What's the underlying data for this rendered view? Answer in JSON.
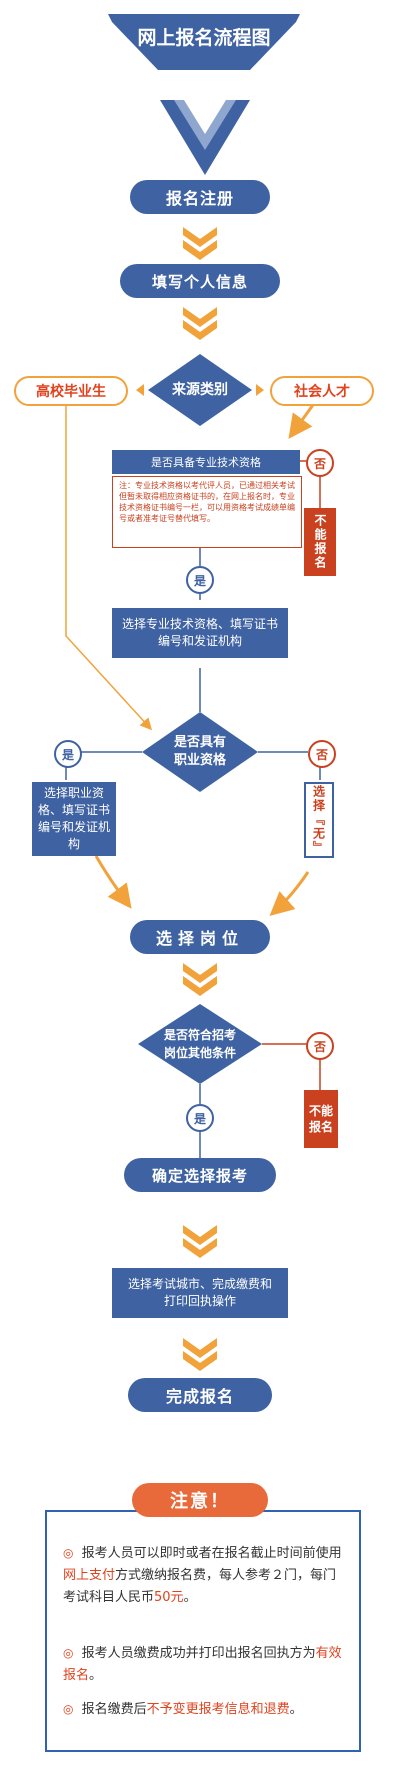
{
  "title": "网上报名流程图",
  "steps": {
    "register": "报名注册",
    "fill_info": "填写个人信息",
    "source_type": "来源类别",
    "graduate": "高校毕业生",
    "social": "社会人才",
    "has_tech_qual": "是否具备专业技术资格",
    "tech_note": "注：专业技术资格以考代评人员，已通过相关考试但暂未取得相应资格证书的，在网上报名时，专业技术资格证书编号一栏，可以用资格考试成绩单编号或者准考证号替代填写。",
    "choose_tech": "选择专业技术资格、填写证书编号和发证机构",
    "has_job_qual_line1": "是否具有",
    "has_job_qual_line2": "职业资格",
    "choose_job": "选择职业资格、填写证书编号和发证机构",
    "choose_none": "选择『无』",
    "choose_post": "选择岗位",
    "other_cond_line1": "是否符合招考",
    "other_cond_line2": "岗位其他条件",
    "confirm": "确定选择报考",
    "city_pay": "选择考试城市、完成缴费和打印回执操作",
    "finish": "完成报名",
    "yes": "是",
    "no": "否",
    "cannot": "不能报名"
  },
  "notice": {
    "title": "注意！",
    "p1_a": "报考人员可以即时或者在报名截止时间前使用",
    "p1_hl": "网上支付",
    "p1_b": "方式缴纳报名费，每人参考２门，每门考试科目人民币",
    "p1_hl2": "50元",
    "p1_c": "。",
    "p2_a": "报考人员缴费成功并打印出报名回执方为",
    "p2_hl": "有效报名",
    "p2_b": "。",
    "p3_a": "报名缴费后",
    "p3_hl": "不予变更报考信息和退费",
    "p3_b": "。"
  },
  "colors": {
    "primary": "#3f62a3",
    "accent_orange": "#f2a23a",
    "reject_red": "#c9411f",
    "highlight_red": "#e0431e"
  }
}
